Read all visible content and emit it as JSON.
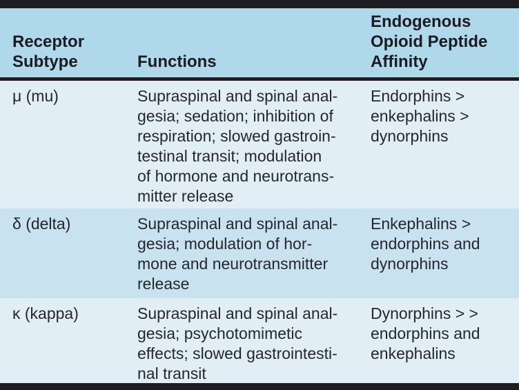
{
  "table": {
    "title_semantic": "Opioid receptor subtypes",
    "columns": [
      {
        "label": "Receptor\nSubtype"
      },
      {
        "label": "Functions"
      },
      {
        "label": "Endogenous\nOpioid Peptide\nAffinity"
      }
    ],
    "rows": [
      {
        "receptor": "μ (mu)",
        "functions": "Supraspinal and spinal anal-\ngesia; sedation; inhibition of\nrespiration; slowed gastroin-\ntestinal transit; modulation\nof hormone and neurotrans-\nmitter release",
        "affinity": "Endorphins >\nenkephalins >\ndynorphins"
      },
      {
        "receptor": "δ (delta)",
        "functions": "Supraspinal and spinal anal-\ngesia; modulation of hor-\nmone and neurotransmitter\nrelease",
        "affinity": "Enkephalins >\nendorphins and\ndynorphins"
      },
      {
        "receptor": "κ (kappa)",
        "functions": "Supraspinal and spinal anal-\ngesia; psychotomimetic\neffects; slowed gastrointesti-\nnal transit",
        "affinity": "Dynorphins > >\nendorphins and\nenkephalins"
      }
    ]
  },
  "colors": {
    "header_background": "#afd8ea",
    "row_light": "#e2eef5",
    "row_alternate": "#c9e2ef",
    "rule_dark": "#1e1e22",
    "header_text": "#1b1b21",
    "body_text": "#26262e"
  }
}
